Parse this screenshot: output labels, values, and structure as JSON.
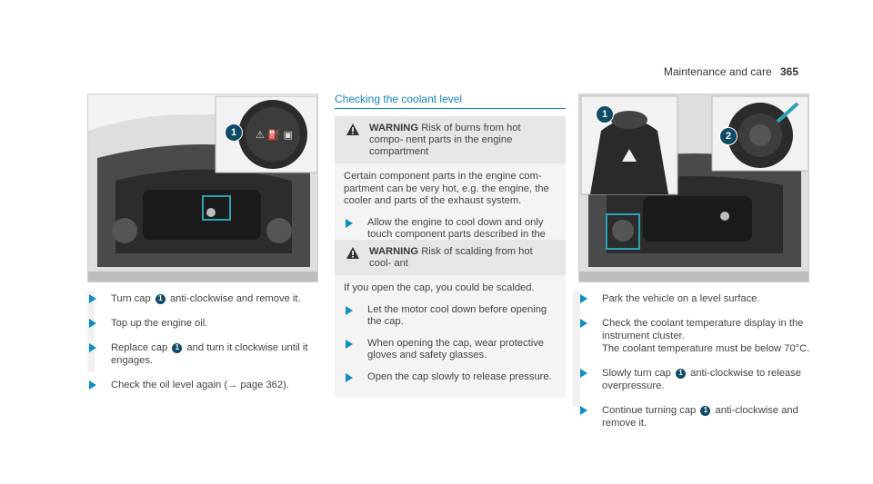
{
  "header": {
    "title": "Maintenance and care",
    "page_number": "365"
  },
  "left": {
    "figure": {
      "callout": "1"
    },
    "steps": [
      {
        "pre": "Turn cap",
        "cap": "1",
        "post": "anti-clockwise and remove it."
      },
      {
        "pre": "Top up the engine oil.",
        "cap": "",
        "post": ""
      },
      {
        "pre": "Replace cap",
        "cap": "1",
        "post": "and turn it clockwise until it engages."
      },
      {
        "pre": "Check the oil level again (",
        "cap": "",
        "post": "→ page 362)."
      }
    ]
  },
  "middle": {
    "section_title": "Checking the coolant level",
    "warning1": {
      "label": "WARNING",
      "title": "Risk of burns from hot compo- nent parts in the engine compartment",
      "body": "Certain component parts in the engine com- partment can be very hot, e.g. the engine, the cooler and parts of the exhaust system.",
      "steps": [
        "Allow the engine to cool down and only touch component parts described in the following."
      ]
    },
    "warning2": {
      "label": "WARNING",
      "title": "Risk of scalding from hot cool- ant",
      "body": "If you open the cap, you could be scalded.",
      "steps": [
        "Let the motor cool down before opening the cap.",
        "When opening the cap, wear protective gloves and safety glasses.",
        "Open the cap slowly to release pressure."
      ]
    }
  },
  "right": {
    "figure": {
      "callout1": "1",
      "callout2": "2"
    },
    "steps": [
      {
        "pre": "Park the vehicle on a level surface.",
        "cap": "",
        "post": "",
        "extra": ""
      },
      {
        "pre": "Check the coolant temperature display in the instrument cluster.",
        "cap": "",
        "post": "",
        "extra": "The coolant temperature must be below 70°C."
      },
      {
        "pre": "Slowly turn cap",
        "cap": "1",
        "post": "anti-clockwise to release overpressure.",
        "extra": ""
      },
      {
        "pre": "Continue turning cap",
        "cap": "1",
        "post": "anti-clockwise and remove it.",
        "extra": ""
      }
    ]
  },
  "colors": {
    "accent": "#1386b8",
    "callout": "#0f4a66",
    "arrow": "#0e8ec1",
    "warning_bg": "#e6e6e6"
  }
}
